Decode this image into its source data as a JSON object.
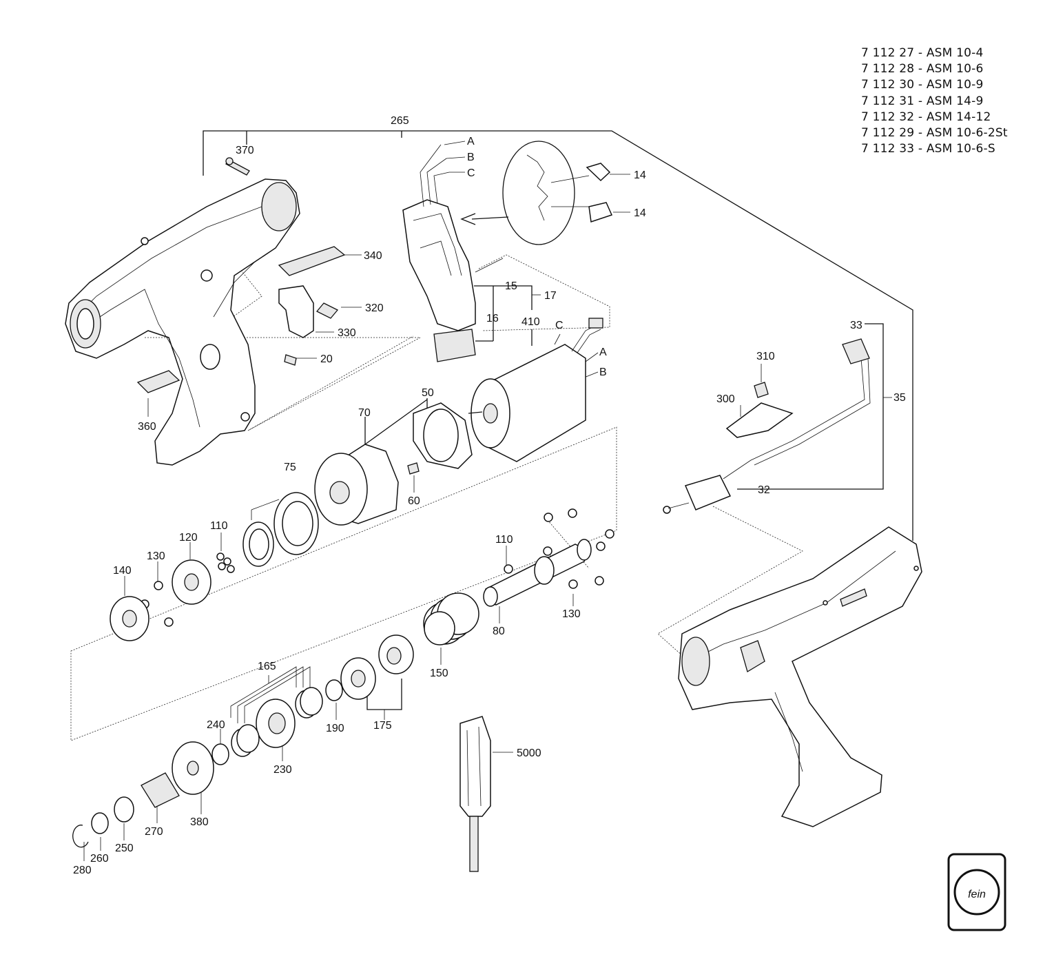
{
  "model_list": [
    "7 112 27 - ASM 10-4",
    "7 112 28 - ASM 10-6",
    "7 112 30 - ASM 10-9",
    "7 112 31 - ASM 14-9",
    "7 112 32 - ASM 14-12",
    "7 112 29 - ASM 10-6-2St",
    "7 112 33 - ASM 10-6-S"
  ],
  "labels": {
    "p265": "265",
    "p370": "370",
    "pA1": "A",
    "pB1": "B",
    "pC1": "C",
    "p14a": "14",
    "p14b": "14",
    "p340": "340",
    "p320": "320",
    "p330": "330",
    "p20": "20",
    "p360": "360",
    "p15": "15",
    "p17": "17",
    "p16": "16",
    "p410": "410",
    "pC2": "C",
    "pA2": "A",
    "pB2": "B",
    "p33": "33",
    "p310": "310",
    "p300": "300",
    "p35": "35",
    "p32": "32",
    "p50": "50",
    "p70": "70",
    "p75": "75",
    "p60": "60",
    "p110a": "110",
    "p120": "120",
    "p130a": "130",
    "p140": "140",
    "p110b": "110",
    "p130b": "130",
    "p80": "80",
    "p150": "150",
    "p165": "165",
    "p240": "240",
    "p190": "190",
    "p175": "175",
    "p230": "230",
    "p5000": "5000",
    "p380": "380",
    "p270": "270",
    "p250": "250",
    "p260": "260",
    "p280": "280"
  },
  "logo": {
    "text": "fein"
  }
}
